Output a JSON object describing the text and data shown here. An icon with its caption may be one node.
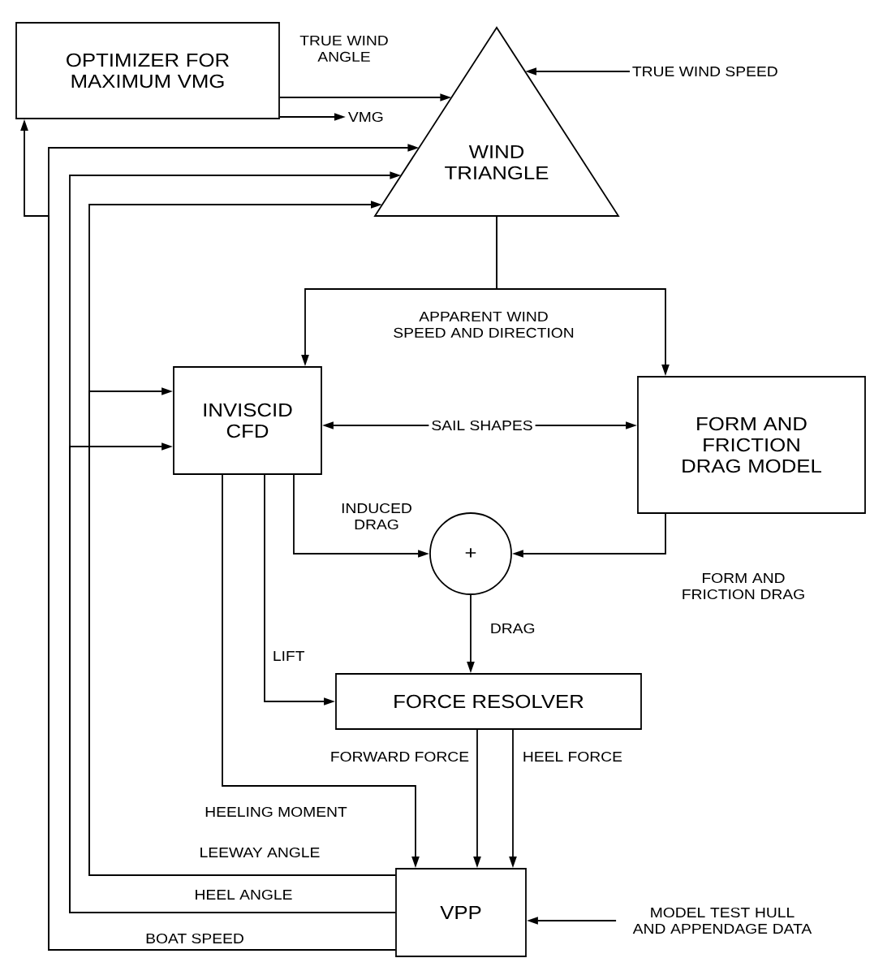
{
  "diagram": {
    "nodes": [
      {
        "text": [
          "OPTIMIZER FOR MAXIMUM VMG"
        ]
      },
      {
        "text": [
          "WIND TRIANGLE"
        ]
      },
      {
        "text": [
          "VMG"
        ]
      },
      {
        "text": [
          "TRUE WIND SPEED"
        ]
      },
      {
        "text": [
          "INVISCID CFD"
        ]
      },
      {
        "text": [
          "FORM AND FRICTION DRAG MODEL"
        ]
      },
      {
        "text": [
          "+"
        ]
      },
      {
        "text": [
          "FORCE RESOLVER"
        ]
      },
      {
        "text": [
          "VPP"
        ]
      },
      {
        "text": [
          "MODEL TEST HULL AND APPENDAGE DATA"
        ]
      }
    ],
    "edges": [
      {
        "from": 0,
        "to": 1,
        "arrow": "to",
        "label": "TRUE WIND ANGLE"
      },
      {
        "from": 0,
        "to": 2,
        "arrow": "to"
      },
      {
        "from": 3,
        "to": 1,
        "arrow": "to"
      },
      {
        "from": 8,
        "to": 1,
        "arrow": "to",
        "label": "BOAT SPEED"
      },
      {
        "from": 8,
        "to": 0,
        "arrow": "to"
      },
      {
        "from": 8,
        "to": 1,
        "arrow": "to",
        "label": "HEEL ANGLE"
      },
      {
        "from": 8,
        "to": 4,
        "arrow": "to"
      },
      {
        "from": 8,
        "to": 1,
        "arrow": "to",
        "label": "LEEWAY ANGLE"
      },
      {
        "from": 8,
        "to": 4,
        "arrow": "to"
      },
      {
        "from": 1,
        "to": 4,
        "arrow": "to",
        "label": "APPARENT WIND SPEED AND DIRECTION"
      },
      {
        "from": 1,
        "to": 5,
        "arrow": "to"
      },
      {
        "from": 4,
        "to": 5,
        "arrow": "both",
        "label": "SAIL SHAPES"
      },
      {
        "from": 4,
        "to": 6,
        "arrow": "to",
        "label": "INDUCED DRAG"
      },
      {
        "from": 5,
        "to": 6,
        "arrow": "to",
        "label": "FORM AND FRICTION DRAG"
      },
      {
        "from": 6,
        "to": 7,
        "arrow": "to",
        "label": "DRAG"
      },
      {
        "from": 4,
        "to": 7,
        "arrow": "to",
        "label": "LIFT"
      },
      {
        "from": 4,
        "to": 8,
        "arrow": "to",
        "label": "HEELING MOMENT"
      },
      {
        "from": 7,
        "to": 8,
        "arrow": "to",
        "label": "FORWARD FORCE"
      },
      {
        "from": 7,
        "to": 8,
        "arrow": "to",
        "label": "HEEL FORCE"
      },
      {
        "from": 9,
        "to": 8,
        "arrow": "to"
      }
    ]
  }
}
